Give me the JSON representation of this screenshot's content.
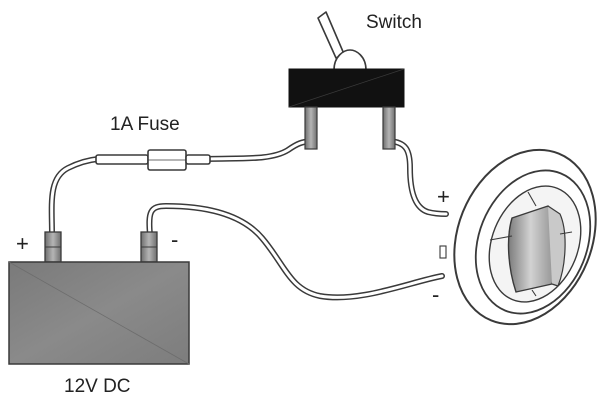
{
  "labels": {
    "switch": "Switch",
    "fuse": "1A Fuse",
    "battery": "12V DC",
    "battery_plus": "+",
    "battery_minus": "-",
    "lamp_plus": "+",
    "lamp_minus": "-"
  },
  "colors": {
    "stroke": "#3a3a3a",
    "battery_fill": "#808080",
    "switch_body": "#111111",
    "terminal": "#8c8c8c",
    "lamp_lens": "#a8a8a8"
  }
}
